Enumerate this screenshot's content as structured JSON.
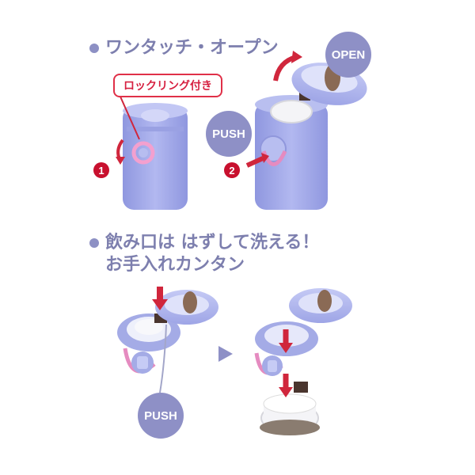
{
  "section1": {
    "heading": "ワンタッチ・オープン"
  },
  "lock_label": "ロックリング付き",
  "open_badge": "OPEN",
  "push_badge_top": "PUSH",
  "push_badge_bottom": "PUSH",
  "step1": "1",
  "step2": "2",
  "section2": {
    "heading_line1": "飲み口は はずして洗える！",
    "heading_line2": "お手入れカンタン"
  },
  "colors": {
    "body": "#a4abe6",
    "lid": "#b9bff0",
    "accent_red": "#d0263c",
    "badge": "#8e90c6",
    "pink_ring": "#e58bc0"
  }
}
